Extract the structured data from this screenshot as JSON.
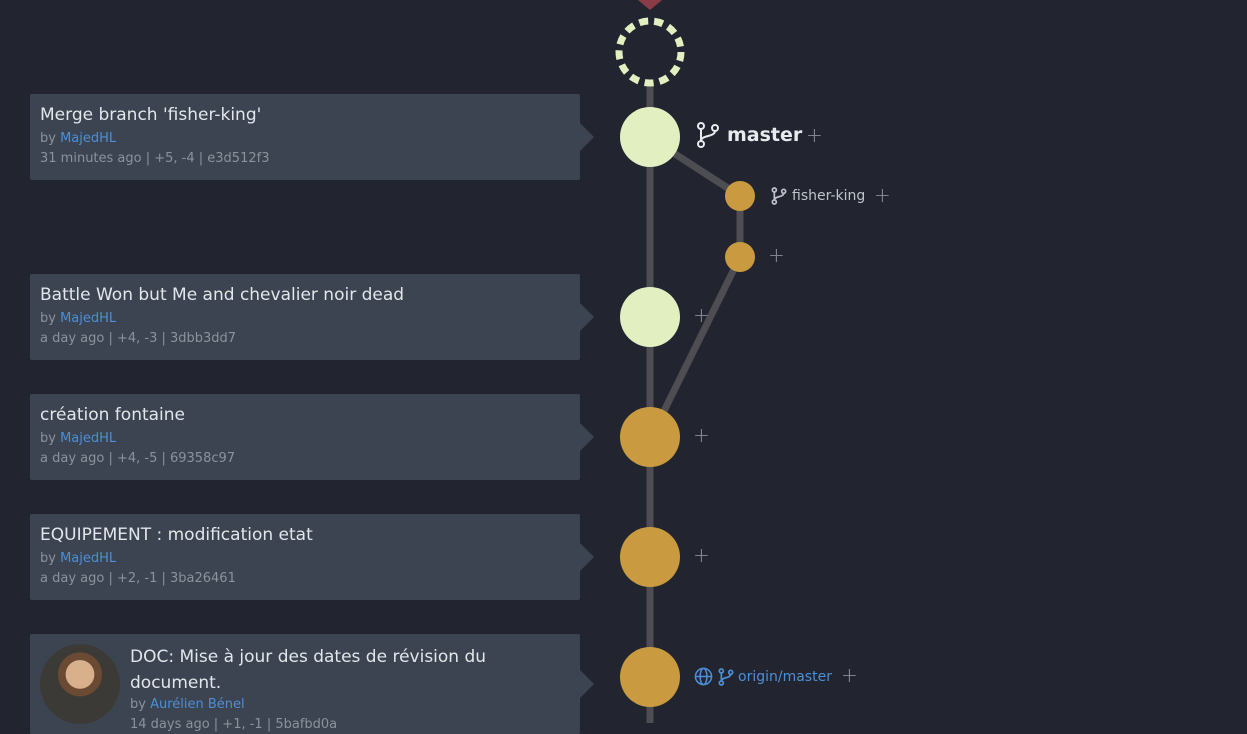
{
  "colors": {
    "background": "#22252f",
    "card": "#3b4450",
    "line": "#4d4d52",
    "node_master": "#e1efc1",
    "node_branch": "#c99a40",
    "marker": "#8a3c46",
    "link": "#4d8fd6"
  },
  "commits": [
    {
      "title": "Merge branch 'fisher-king'",
      "by": "by",
      "author": "MajedHL",
      "meta": "31 minutes ago | +5, -4 | e3d512f3"
    },
    {
      "title": "Battle Won but Me and chevalier noir dead",
      "by": "by",
      "author": "MajedHL",
      "meta": "a day ago | +4, -3 | 3dbb3dd7"
    },
    {
      "title": "création fontaine",
      "by": "by",
      "author": "MajedHL",
      "meta": "a day ago | +4, -5 | 69358c97"
    },
    {
      "title": "EQUIPEMENT : modification etat",
      "by": "by",
      "author": "MajedHL",
      "meta": "a day ago | +2, -1 | 3ba26461"
    },
    {
      "title": "DOC: Mise à jour des dates de révision du document.",
      "by": "by",
      "author": "Aurélien Bénel",
      "meta": "14 days ago | +1, -1 | 5bafbd0a"
    }
  ],
  "branches": {
    "master": "master",
    "fisher_king": "fisher-king",
    "origin_master": "origin/master"
  },
  "plus": "+",
  "icons": [
    "branch-icon",
    "globe-icon",
    "plus-icon"
  ]
}
